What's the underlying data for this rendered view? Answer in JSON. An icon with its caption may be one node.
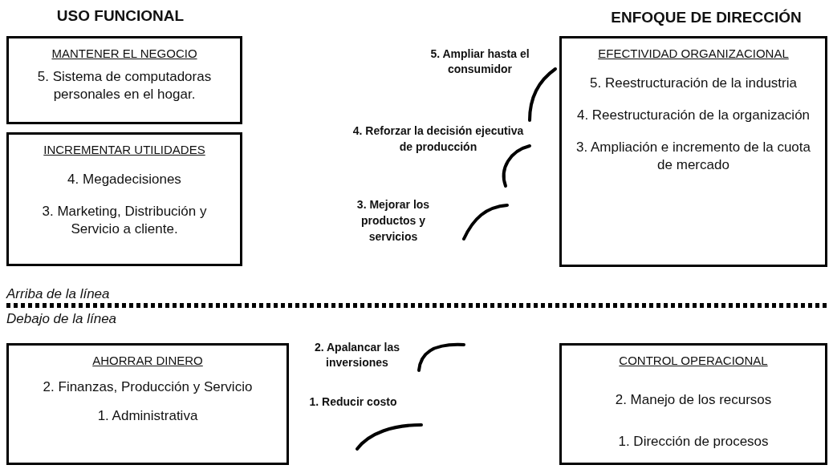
{
  "diagram": {
    "nodes": [
      {
        "text": [
          "MANTENER EL NEGOCIO",
          "5. Sistema de computadoras personales en el hogar."
        ]
      },
      {
        "text": [
          "EFECTIVIDAD  ORGANIZACIONAL",
          "5. Reestructuración de la industria",
          "4. Reestructuración de la organización",
          "3. Ampliación e incremento de la cuota de mercado"
        ]
      },
      {
        "text": [
          "INCREMENTAR UTILIDADES",
          "4. Megadecisiones",
          "3. Marketing, Distribución y Servicio a  cliente."
        ]
      },
      {
        "text": [
          "AHORRAR DINERO",
          "2. Finanzas, Producción y Servicio",
          "1. Administrativa"
        ]
      },
      {
        "text": [
          "CONTROL OPERACIONAL",
          "2. Manejo de los recursos",
          "1. Dirección de procesos"
        ]
      }
    ],
    "labels": [
      "USO FUNCIONAL",
      "ENFOQUE DE DIRECCIÓN",
      "5. Ampliar hasta el consumidor",
      "4. Reforzar la decisión ejecutiva de producción",
      "3. Mejorar los productos y servicios",
      "Arriba de la línea",
      "Debajo de la línea",
      "2. Apalancar las inversiones",
      "1. Reducir costo"
    ]
  }
}
